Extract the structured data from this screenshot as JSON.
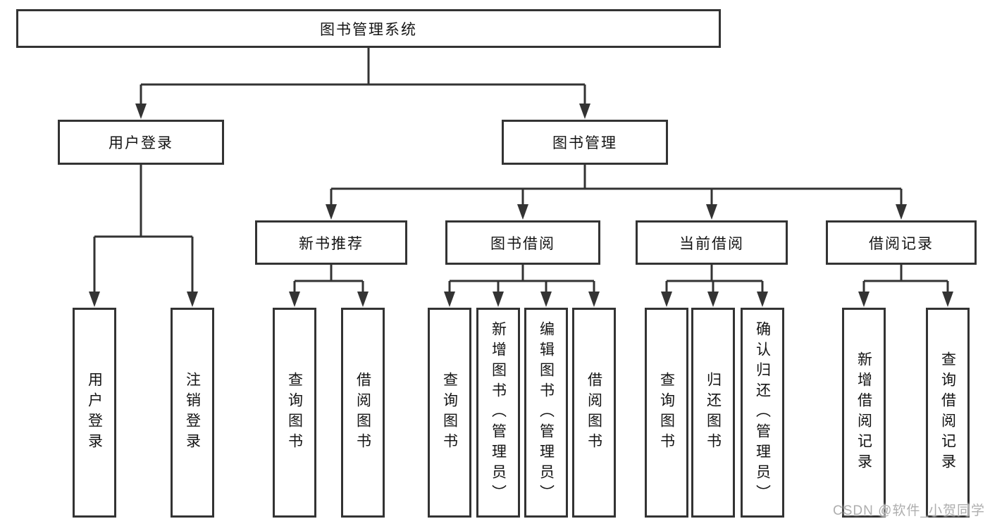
{
  "colors": {
    "line": "#333333",
    "box_border": "#333333",
    "text": "#141414",
    "watermark_text": "#aeaeae",
    "background": "#ffffff"
  },
  "watermark": "CSDN @软件_小贺同学",
  "tree": {
    "root": {
      "label": "图书管理系统"
    },
    "user_login": {
      "label": "用户登录",
      "children": [
        "用户登录",
        "注销登录"
      ]
    },
    "book_mgmt": {
      "label": "图书管理"
    },
    "new_book_rec": {
      "label": "新书推荐",
      "children": [
        "查询图书",
        "借阅图书"
      ]
    },
    "book_borrow": {
      "label": "图书借阅",
      "children": [
        "查询图书",
        "新增图书（管理员）",
        "编辑图书（管理员）",
        "借阅图书"
      ]
    },
    "current_borrow": {
      "label": "当前借阅",
      "children": [
        "查询图书",
        "归还图书",
        "确认归还（管理员）"
      ]
    },
    "borrow_records": {
      "label": "借阅记录",
      "children": [
        "新增借阅记录",
        "查询借阅记录"
      ]
    }
  }
}
